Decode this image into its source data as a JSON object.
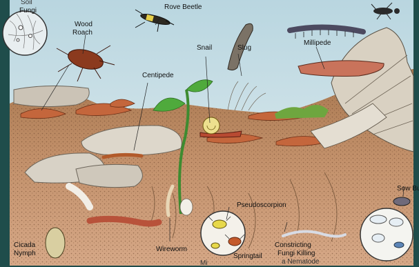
{
  "labels": {
    "soil_fungi_1": "Soil",
    "soil_fungi_2": "Fungi",
    "wood_roach_1": "Wood",
    "wood_roach_2": "Roach",
    "rove_beetle": "Rove Beetle",
    "snail": "Snail",
    "slug": "Slug",
    "millipede": "Millipede",
    "centipede": "Centipede",
    "sow_bug": "Sow Bu",
    "pseudoscorpion": "Pseudoscorpion",
    "springtail": "Springtail",
    "constricting_1": "Constricting",
    "constricting_2": "Fungi Killing",
    "constricting_3": "a Nematode",
    "wireworm": "Wireworm",
    "cicada_1": "Cicada",
    "cicada_2": "Nymph",
    "mites_cut": "Mi"
  },
  "colors": {
    "frame": "#1f4d4b",
    "sky": "#cfe3ea",
    "soil_top": "#b98a63",
    "soil_deep": "#c89070",
    "leaf_litter": "#c4663c",
    "stone": "#d8d2c6",
    "sprout": "#4faa3c"
  },
  "icons": [
    "fungi-circle-icon",
    "mites-circle-icon",
    "protozoa-circle-icon"
  ]
}
